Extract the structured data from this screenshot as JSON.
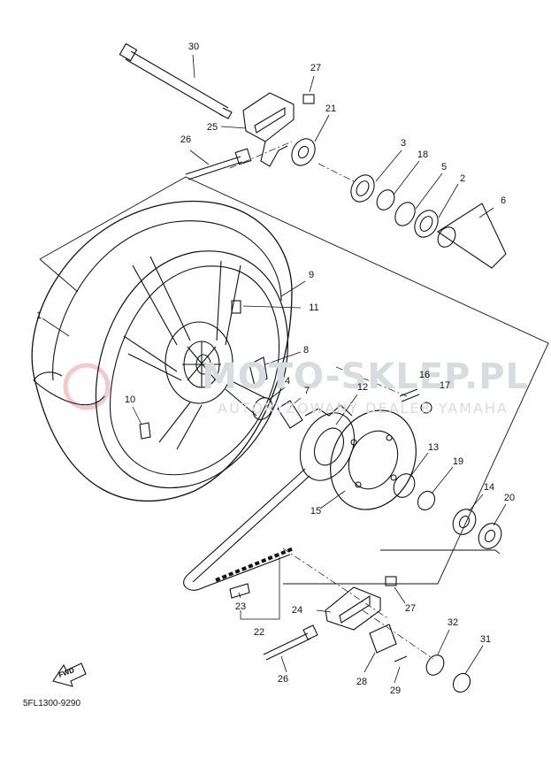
{
  "diagram": {
    "code": "5FL1300-9290",
    "fwd": "FWD",
    "watermark": {
      "main": "MOTO-SKLEP.PL",
      "sub": "AUTORYZOWANY DEALER YAMAHA"
    },
    "labels": {
      "l30": "30",
      "l27a": "27",
      "l21": "21",
      "l25": "25",
      "l26a": "26",
      "l3": "3",
      "l18": "18",
      "l5": "5",
      "l2": "2",
      "l6": "6",
      "l9": "9",
      "l1": "1",
      "l11": "11",
      "l8": "8",
      "l4": "4",
      "l7": "7",
      "l10": "10",
      "l12": "12",
      "l16": "16",
      "l17": "17",
      "l13": "13",
      "l19": "19",
      "l14": "14",
      "l20": "20",
      "l15": "15",
      "l23": "23",
      "l22": "22",
      "l24": "24",
      "l27b": "27",
      "l32": "32",
      "l31": "31",
      "l26b": "26",
      "l28": "28",
      "l29": "29"
    }
  }
}
